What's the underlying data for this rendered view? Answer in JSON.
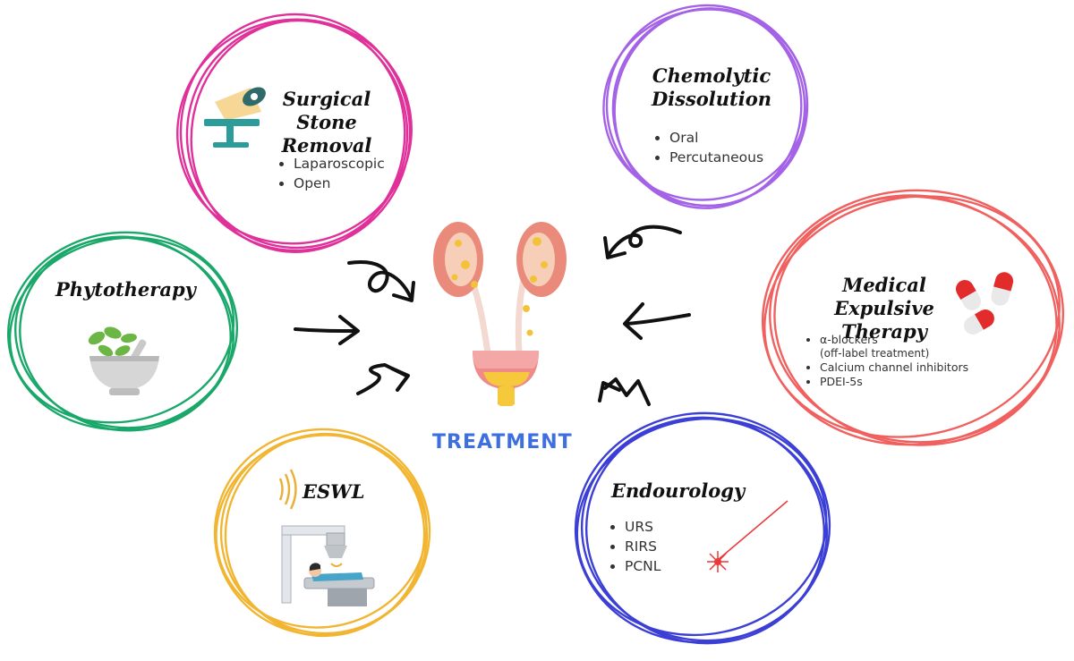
{
  "center": {
    "label": "TREATMENT",
    "accent": "#3d6fe0",
    "icon": "urinary-system-icon"
  },
  "nodes": {
    "surgical": {
      "title_line1": "Surgical Stone",
      "title_line2": "Removal",
      "items": [
        "Laparoscopic",
        "Open"
      ],
      "color": "#e0309a",
      "icon": "operating-table-icon"
    },
    "chemolytic": {
      "title_line1": "Chemolytic",
      "title_line2": "Dissolution",
      "items": [
        "Oral",
        "Percutaneous"
      ],
      "color": "#a463e6",
      "icon": "none"
    },
    "phytotherapy": {
      "title": "Phytotherapy",
      "color": "#1aa86a",
      "icon": "mortar-pestle-herbs-icon"
    },
    "met": {
      "title_line1": "Medical Expulsive",
      "title_line2": "Therapy",
      "item1": "α-blockers",
      "item1_note": "(off-label treatment)",
      "item2": "Calcium channel inhibitors",
      "item3": "PDEI-5s",
      "color": "#f0605e",
      "icon": "capsules-icon"
    },
    "eswl": {
      "title": "ESWL",
      "color": "#f2b531",
      "icon": "lithotripsy-machine-icon"
    },
    "endourology": {
      "title": "Endourology",
      "items": [
        "URS",
        "RIRS",
        "PCNL"
      ],
      "color": "#3b3fd6",
      "icon": "laser-beam-icon"
    }
  }
}
